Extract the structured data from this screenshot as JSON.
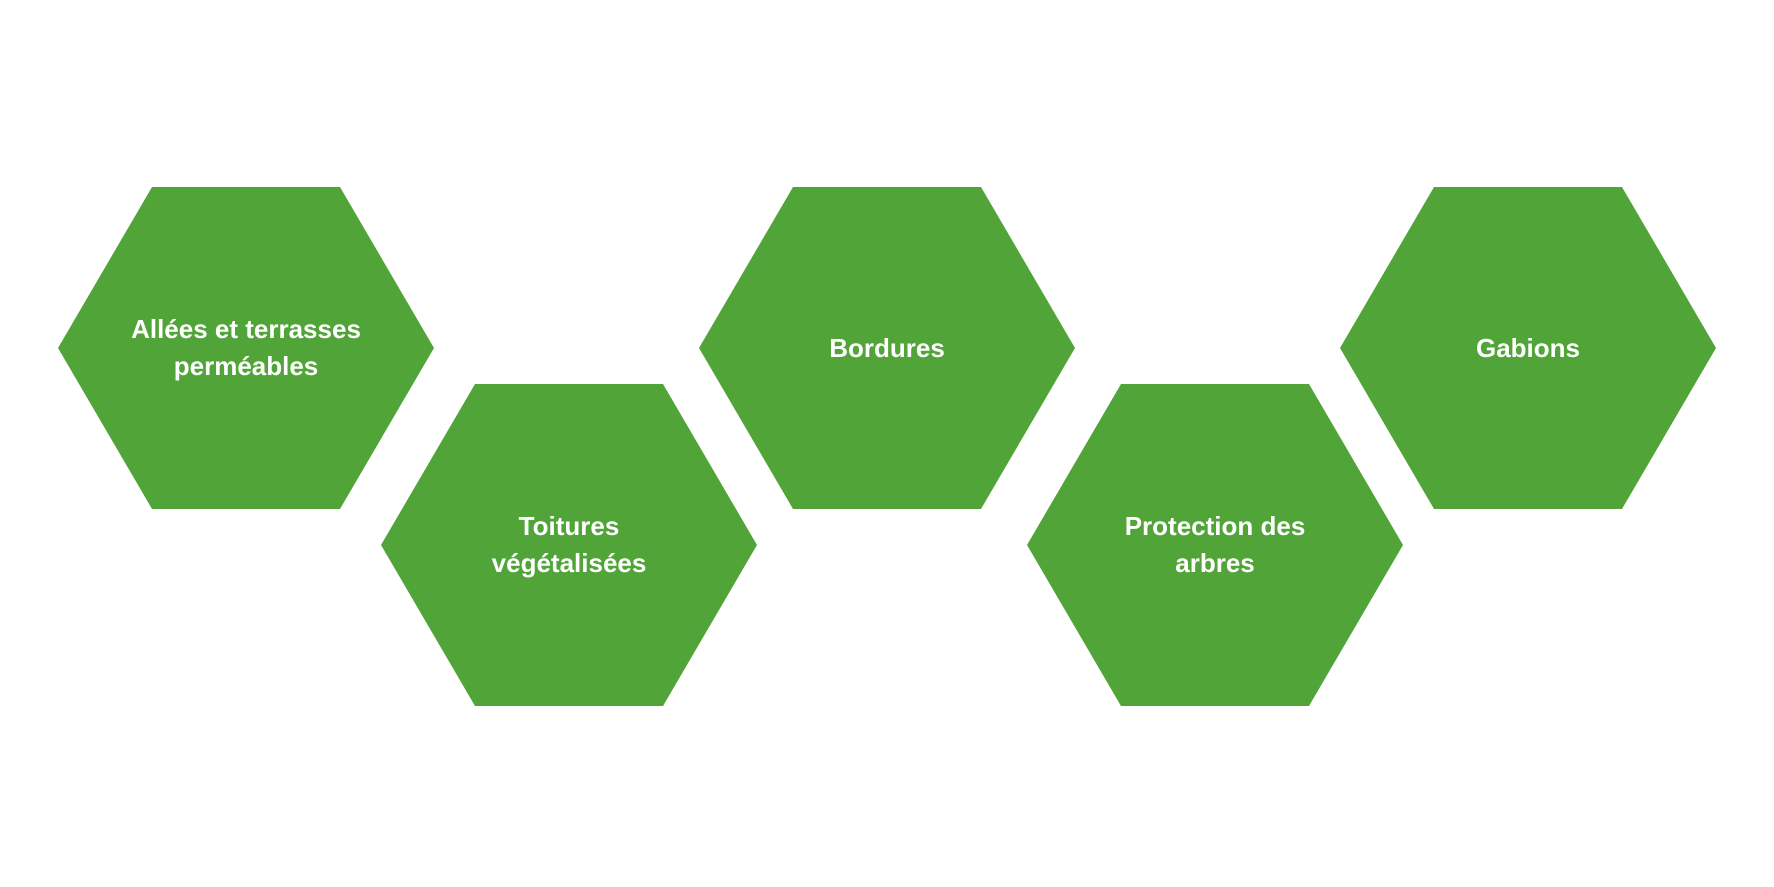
{
  "colors": {
    "hexagon": "#51a438",
    "text": "#ffffff"
  },
  "hexagons": [
    {
      "label": "Allées et terrasses perméables"
    },
    {
      "label": "Toitures végétalisées"
    },
    {
      "label": "Bordures"
    },
    {
      "label": "Protection des arbres"
    },
    {
      "label": "Gabions"
    }
  ]
}
